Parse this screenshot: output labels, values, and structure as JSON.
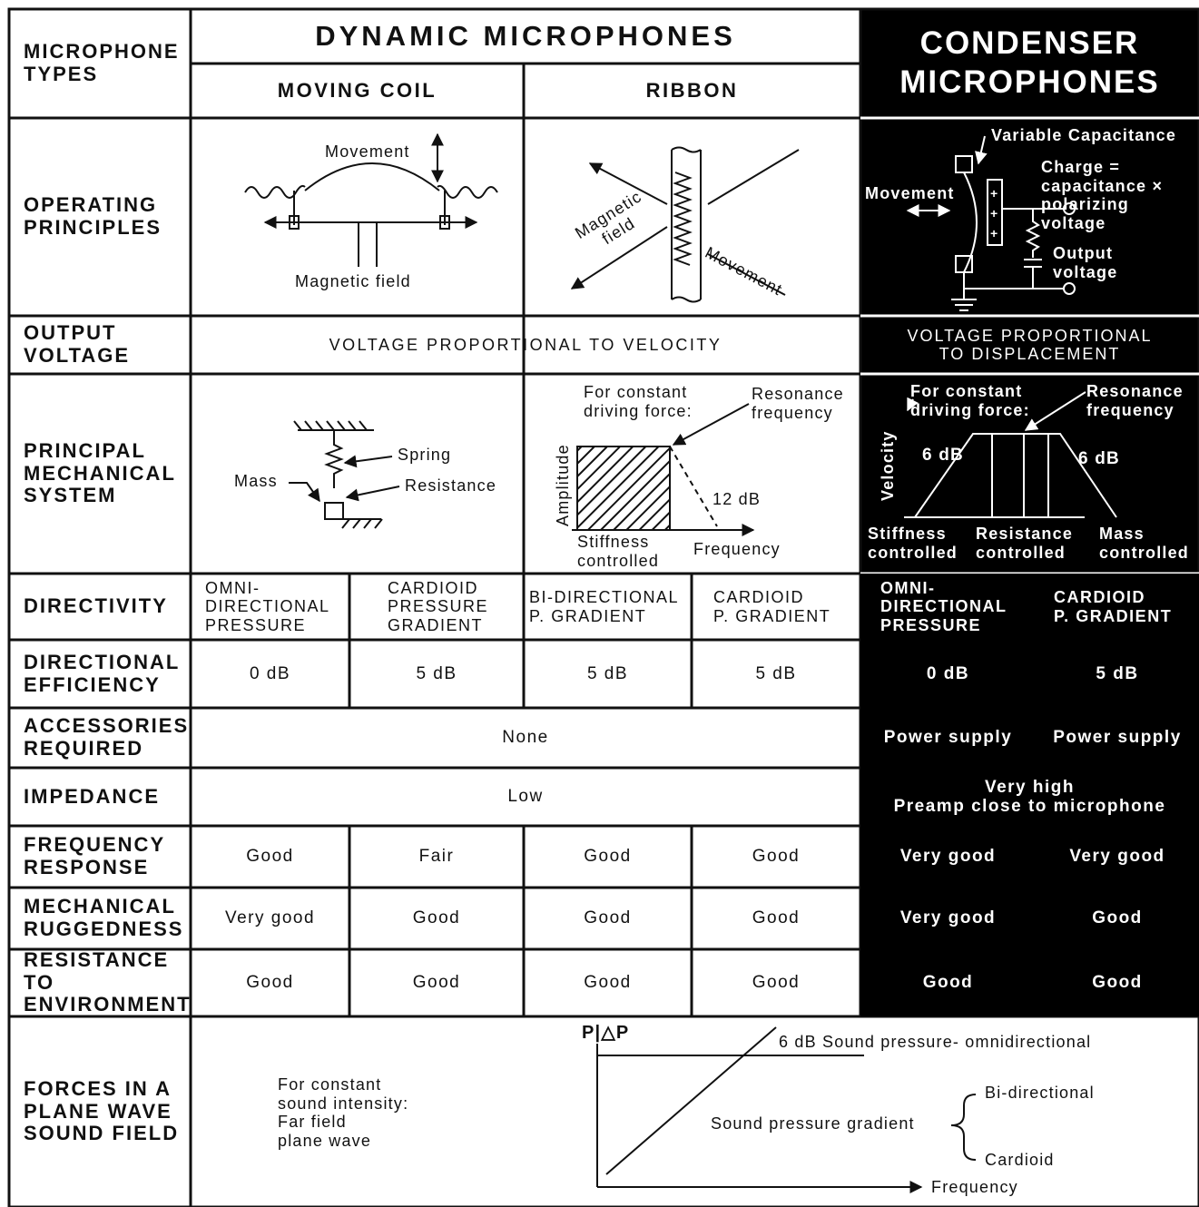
{
  "header": {
    "types_label": "MICROPHONE\nTYPES",
    "dynamic": "DYNAMIC MICROPHONES",
    "moving_coil": "MOVING COIL",
    "ribbon": "RIBBON",
    "condenser": "CONDENSER\nMICROPHONES"
  },
  "row_labels": {
    "operating": "OPERATING\nPRINCIPLES",
    "output": "OUTPUT\nVOLTAGE",
    "mechanical": "PRINCIPAL\nMECHANICAL\nSYSTEM",
    "directivity": "DIRECTIVITY",
    "efficiency": "DIRECTIONAL\nEFFICIENCY",
    "accessories": "ACCESSORIES\nREQUIRED",
    "impedance": "IMPEDANCE",
    "frequency": "FREQUENCY\nRESPONSE",
    "ruggedness": "MECHANICAL\nRUGGEDNESS",
    "environment": "RESISTANCE TO\nENVIRONMENT",
    "forces": "FORCES IN A\nPLANE WAVE\nSOUND FIELD"
  },
  "operating": {
    "moving_coil": {
      "movement": "Movement",
      "magnetic_field": "Magnetic field"
    },
    "ribbon": {
      "magnetic_field": "Magnetic\nfield",
      "movement": "Movement"
    },
    "condenser": {
      "variable_capacitance": "Variable Capacitance",
      "movement": "Movement",
      "charge": "Charge =\ncapacitance ×\npolarizing\nvoltage",
      "output_voltage": "Output\nvoltage"
    }
  },
  "output_voltage": {
    "dynamic": "VOLTAGE PROPORTIONAL TO VELOCITY",
    "condenser": "VOLTAGE PROPORTIONAL\nTO DISPLACEMENT"
  },
  "mechanical": {
    "moving_coil": {
      "mass": "Mass",
      "spring": "Spring",
      "resistance": "Resistance"
    },
    "ribbon": {
      "constant_force": "For constant\ndriving force:",
      "resonance": "Resonance\nfrequency",
      "amplitude": "Amplitude",
      "slope": "12 dB",
      "stiffness": "Stiffness\ncontrolled",
      "frequency": "Frequency"
    },
    "condenser": {
      "constant_force": "For constant\ndriving force:",
      "resonance": "Resonance\nfrequency",
      "velocity": "Velocity",
      "left_slope": "6 dB",
      "right_slope": "6 dB",
      "stiffness": "Stiffness\ncontrolled",
      "resistance": "Resistance\ncontrolled",
      "mass": "Mass\ncontrolled"
    }
  },
  "directivity": [
    "OMNI-\nDIRECTIONAL\nPRESSURE",
    "CARDIOID\nPRESSURE\nGRADIENT",
    "BI-DIRECTIONAL\nP. GRADIENT",
    "CARDIOID\nP. GRADIENT",
    "OMNI-\nDIRECTIONAL\nPRESSURE",
    "CARDIOID\nP. GRADIENT"
  ],
  "efficiency": [
    "0 dB",
    "5 dB",
    "5 dB",
    "5 dB",
    "0 dB",
    "5 dB"
  ],
  "accessories": {
    "dynamic": "None",
    "condenser": [
      "Power supply",
      "Power supply"
    ]
  },
  "impedance": {
    "dynamic": "Low",
    "condenser": "Very high\nPreamp close to microphone"
  },
  "frequency_response": [
    "Good",
    "Fair",
    "Good",
    "Good",
    "Very good",
    "Very good"
  ],
  "ruggedness": [
    "Very good",
    "Good",
    "Good",
    "Good",
    "Very good",
    "Good"
  ],
  "environment": [
    "Good",
    "Good",
    "Good",
    "Good",
    "Good",
    "Good"
  ],
  "forces": {
    "intro": "For constant\nsound intensity:\nFar field\nplane wave",
    "axis_y": "P|△P",
    "pressure": "6 dB  Sound pressure- omnidirectional",
    "gradient": "Sound pressure gradient",
    "bidirectional": "Bi-directional",
    "cardioid": "Cardioid",
    "axis_x": "Frequency"
  },
  "colors": {
    "ink": "#111111",
    "paper": "#ffffff",
    "condenser_bg": "#000000"
  }
}
